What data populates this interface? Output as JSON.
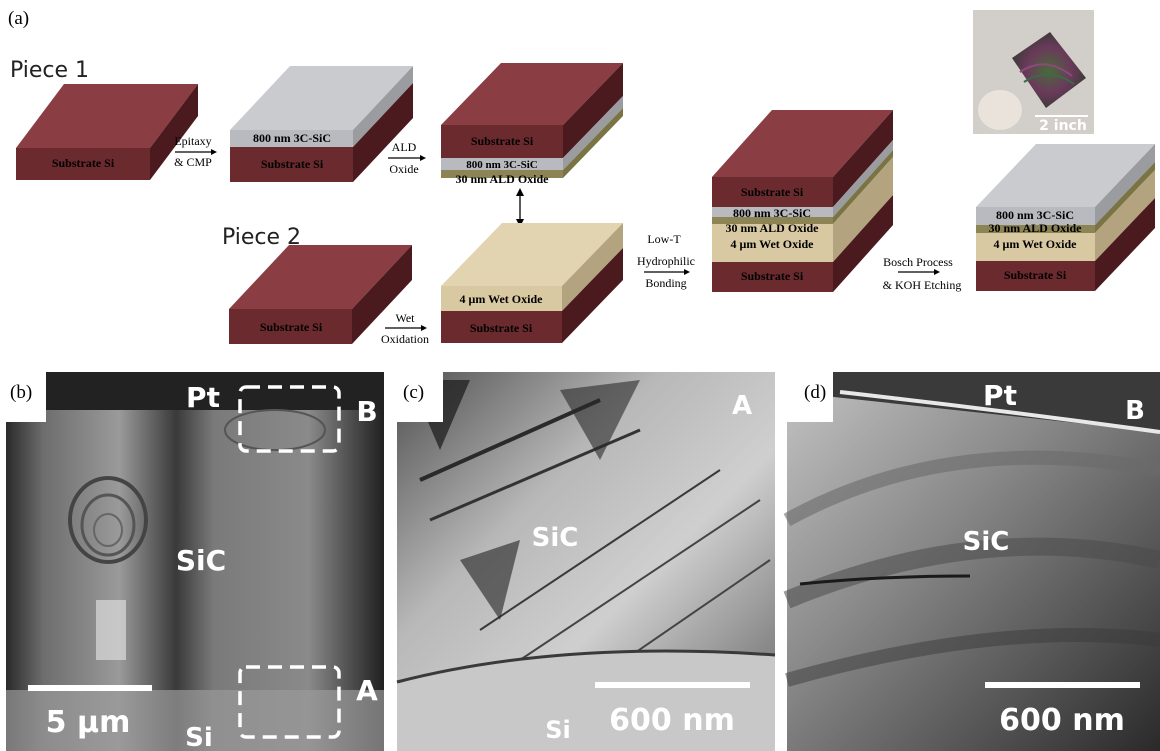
{
  "panel_labels": {
    "a": "(a)",
    "b": "(b)",
    "c": "(c)",
    "d": "(d)"
  },
  "colors": {
    "silicon": "#6a2a2e",
    "sic": "#b8babf",
    "ald_oxide": "#8c8455",
    "wet_oxide": "#d9c9a3",
    "tem_bright": "#d8d8d8",
    "tem_dark": "#1a1a1a"
  },
  "schematic": {
    "piece1": "Piece 1",
    "piece2": "Piece 2",
    "layers": {
      "substrate_si": "Substrate Si",
      "sic_800nm": "800 nm 3C-SiC",
      "ald_oxide_30nm": "30 nm ALD Oxide",
      "wet_oxide_4um": "4 μm Wet Oxide"
    },
    "steps": {
      "epitaxy": [
        "Epitaxy",
        "& CMP"
      ],
      "ald": [
        "ALD",
        "Oxide"
      ],
      "wet": [
        "Wet",
        "Oxidation"
      ],
      "bonding": [
        "Low-T",
        "Hydrophilic",
        "Bonding"
      ],
      "bosch": [
        "Bosch Process",
        "& KOH Etching"
      ]
    },
    "wafer_photo_scale": "2 inch"
  },
  "tem": {
    "b": {
      "top": "Pt",
      "middle": "SiC",
      "bottom": "Si",
      "box_b": "B",
      "box_a": "A",
      "scale": "5 μm"
    },
    "c": {
      "corner": "A",
      "middle": "SiC",
      "bottom": "Si",
      "scale": "600 nm"
    },
    "d": {
      "top": "Pt",
      "corner": "B",
      "middle": "SiC",
      "scale": "600 nm"
    }
  }
}
